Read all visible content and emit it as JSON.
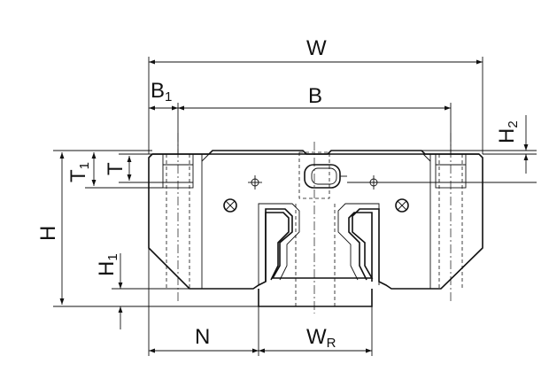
{
  "diagram": {
    "labels": {
      "W": {
        "text": "W"
      },
      "B1": {
        "text": "B",
        "sub": "1"
      },
      "B": {
        "text": "B"
      },
      "H2": {
        "text": "H",
        "sub": "2"
      },
      "T1": {
        "text": "T",
        "sub": "1"
      },
      "T": {
        "text": "T"
      },
      "H": {
        "text": "H"
      },
      "H1": {
        "text": "H",
        "sub": "1"
      },
      "N": {
        "text": "N"
      },
      "WR": {
        "text": "W",
        "sub": "R"
      }
    }
  }
}
